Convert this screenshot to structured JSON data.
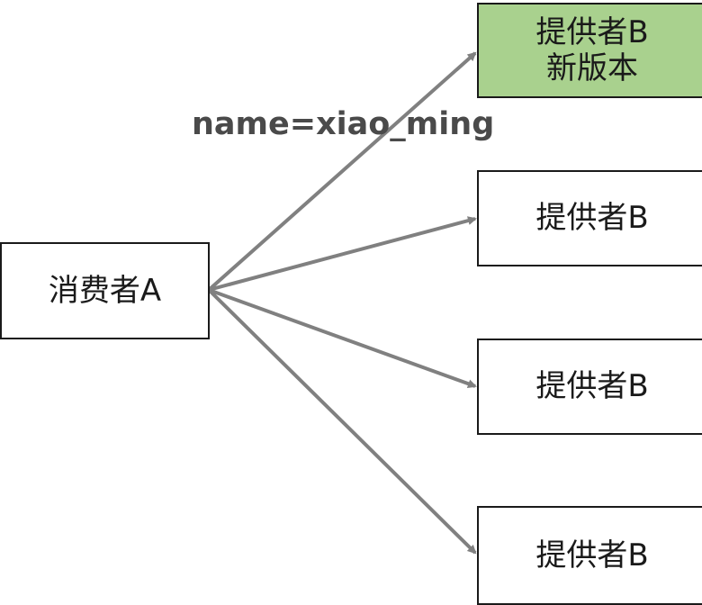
{
  "consumer": {
    "label": "消费者A"
  },
  "providers": [
    {
      "line1": "提供者B",
      "line2": "新版本",
      "highlight": true
    },
    {
      "line1": "提供者B",
      "line2": "",
      "highlight": false
    },
    {
      "line1": "提供者B",
      "line2": "",
      "highlight": false
    },
    {
      "line1": "提供者B",
      "line2": "",
      "highlight": false
    }
  ],
  "edge_label": "name=xiao_ming",
  "colors": {
    "arrow": "#808080",
    "highlight_fill": "#a9d18e",
    "border": "#1a1a1a",
    "label": "#4a4a4a"
  }
}
